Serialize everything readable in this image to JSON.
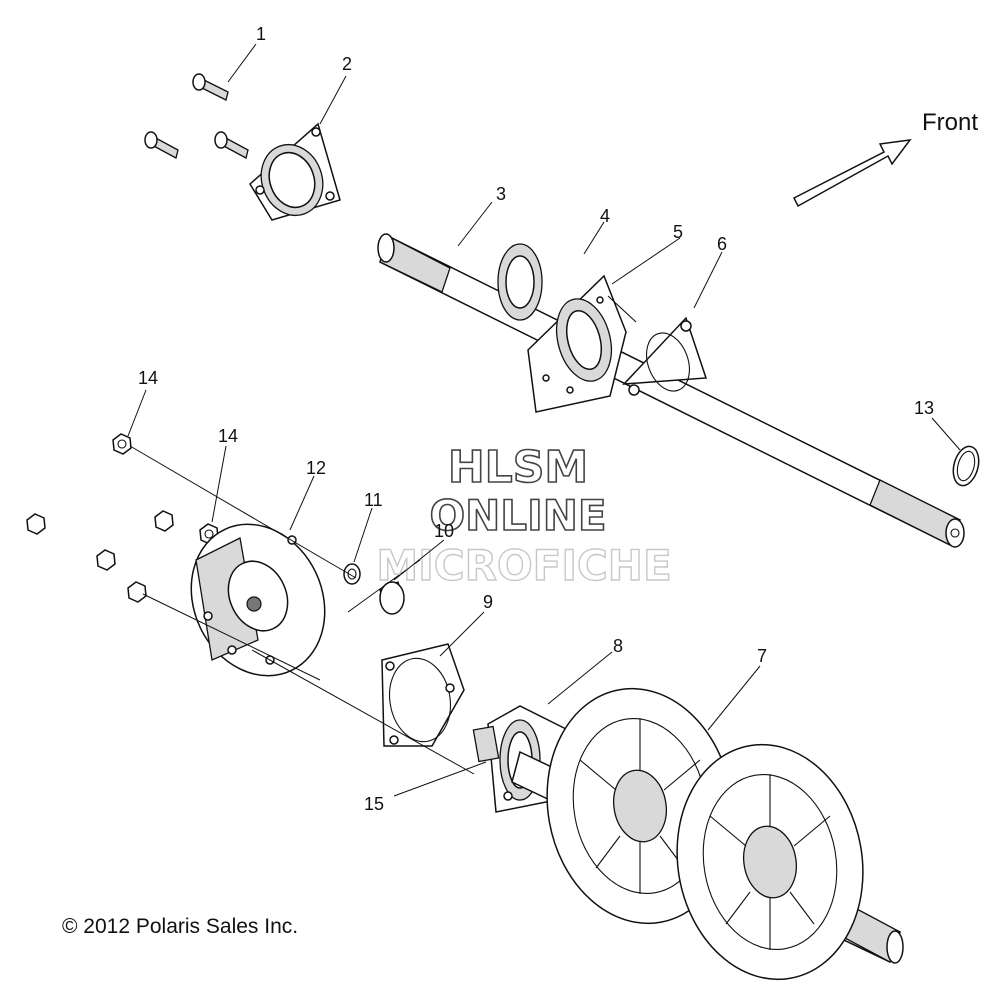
{
  "direction_label": "Front",
  "copyright": "© 2012 Polaris Sales Inc.",
  "watermark": {
    "line1": "HLSM",
    "line2": "ONLINE",
    "line3": "MICROFICHE"
  },
  "callouts": {
    "c1": "1",
    "c2": "2",
    "c3": "3",
    "c4": "4",
    "c5": "5",
    "c6": "6",
    "c7": "7",
    "c8": "8",
    "c9": "9",
    "c10": "10",
    "c11": "11",
    "c12": "12",
    "c13": "13",
    "c14a": "14",
    "c14b": "14",
    "c15": "15"
  }
}
